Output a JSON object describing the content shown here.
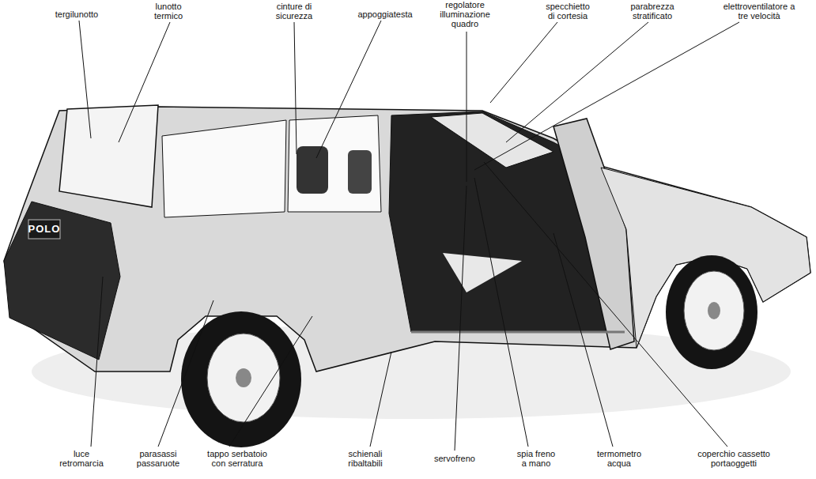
{
  "diagram": {
    "labels": [
      "tergilunotto",
      "lunotto termico",
      "cinture di sicurezza",
      "appoggiatesta",
      "regolatore illuminazione quadro",
      "specchietto di cortesia",
      "parabrezza stratificato",
      "elettroventilatore a tre velocità",
      "POLO",
      "luce retromarcia",
      "parasassi passaruote",
      "tappo serbatoio con serratura",
      "schienali ribaltabili",
      "servofreno",
      "spia freno a mano",
      "termometro acqua",
      "coperchio cassetto portaoggetti"
    ]
  }
}
